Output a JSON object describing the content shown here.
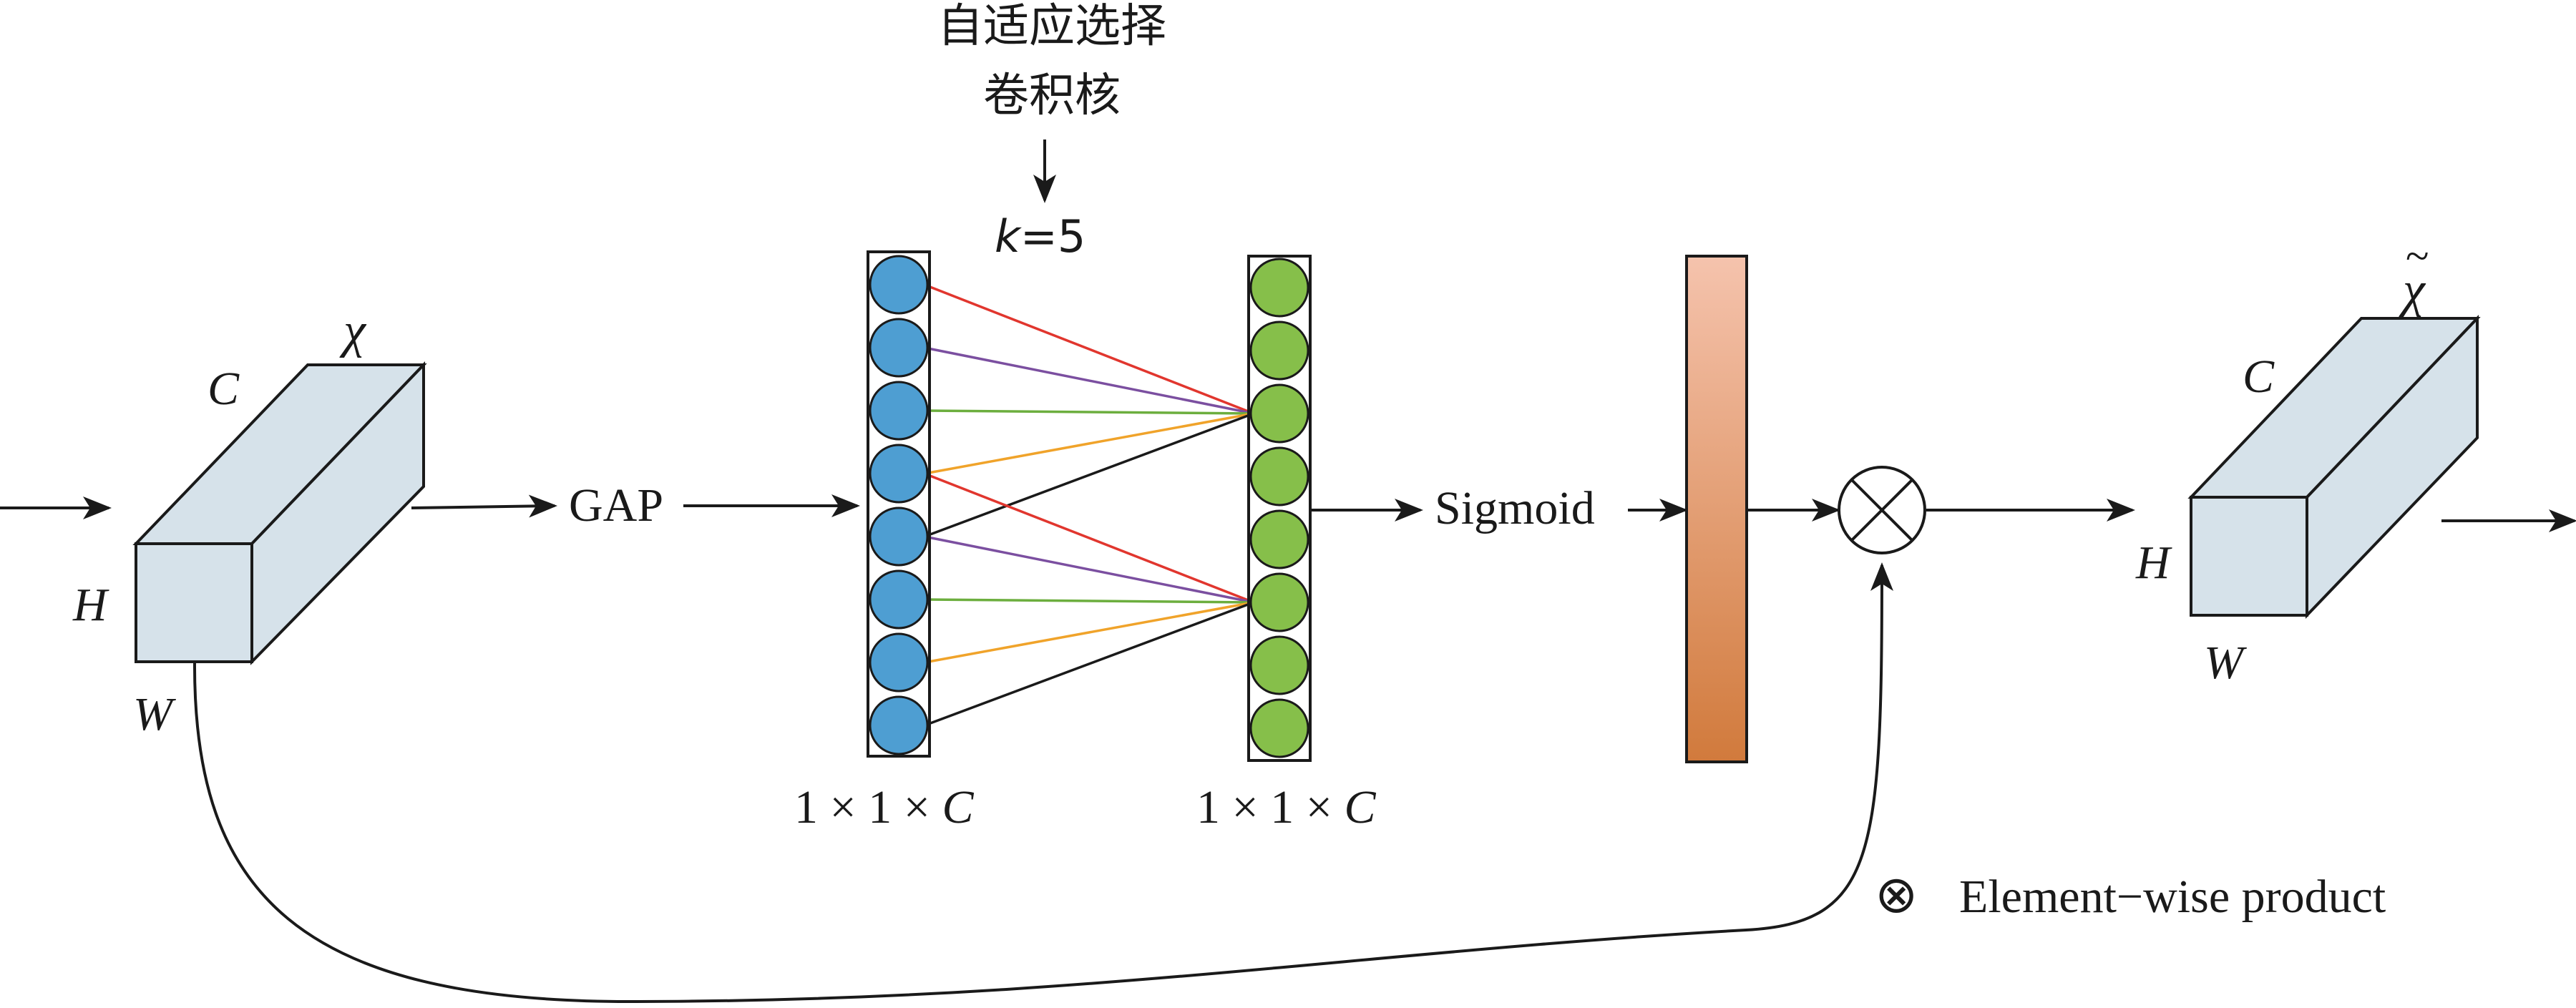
{
  "annotation": {
    "line1": "自适应选择",
    "line2": "卷积核"
  },
  "kernel": {
    "k": "k",
    "eq": "=5"
  },
  "labels": {
    "gap": "GAP",
    "sigmoid": "Sigmoid",
    "dim_left": "1 × 1 × ",
    "dim_right": "1 × 1 × ",
    "dim_c": "C"
  },
  "input_tensor": {
    "chi": "χ",
    "c": "C",
    "h": "H",
    "w": "W"
  },
  "output_tensor": {
    "chi": "χ",
    "tilde": "~",
    "c": "C",
    "h": "H",
    "w": "W"
  },
  "legend": {
    "symbol": "⊗",
    "text": "Element−wise product"
  },
  "colors": {
    "tensor_fill": "#d6e2ea",
    "blue_node": "#4e9ed2",
    "green_node": "#86bf4a",
    "bar_top": "#f5c3ad",
    "bar_bottom": "#d17a3c",
    "conn_red": "#e1362e",
    "conn_purple": "#7b4fa0",
    "conn_green": "#6cae3e",
    "conn_orange": "#f0a32a",
    "conn_black": "#1a1a1a"
  },
  "nodes": {
    "left_count": 8,
    "right_count": 8
  },
  "connections": [
    {
      "from": 1,
      "to": 3,
      "color": "conn_red"
    },
    {
      "from": 2,
      "to": 3,
      "color": "conn_purple"
    },
    {
      "from": 3,
      "to": 3,
      "color": "conn_green"
    },
    {
      "from": 4,
      "to": 3,
      "color": "conn_orange"
    },
    {
      "from": 5,
      "to": 3,
      "color": "conn_black"
    },
    {
      "from": 4,
      "to": 6,
      "color": "conn_red"
    },
    {
      "from": 5,
      "to": 6,
      "color": "conn_purple"
    },
    {
      "from": 6,
      "to": 6,
      "color": "conn_green"
    },
    {
      "from": 7,
      "to": 6,
      "color": "conn_orange"
    },
    {
      "from": 8,
      "to": 6,
      "color": "conn_black"
    }
  ]
}
